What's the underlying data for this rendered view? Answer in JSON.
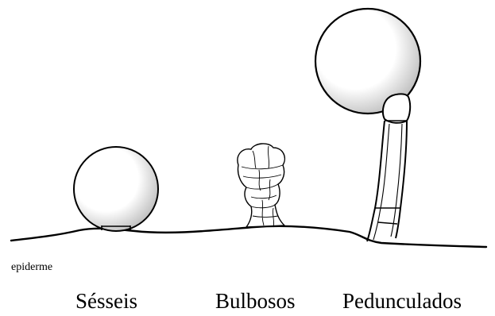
{
  "labels": {
    "epidermis": "epiderme",
    "sessile": "Sésseis",
    "bulbous": "Bulbosos",
    "pedunculate": "Pedunculados"
  },
  "colors": {
    "ink": "#000000",
    "stipple": "#9a9a9a",
    "background": "#ffffff"
  }
}
